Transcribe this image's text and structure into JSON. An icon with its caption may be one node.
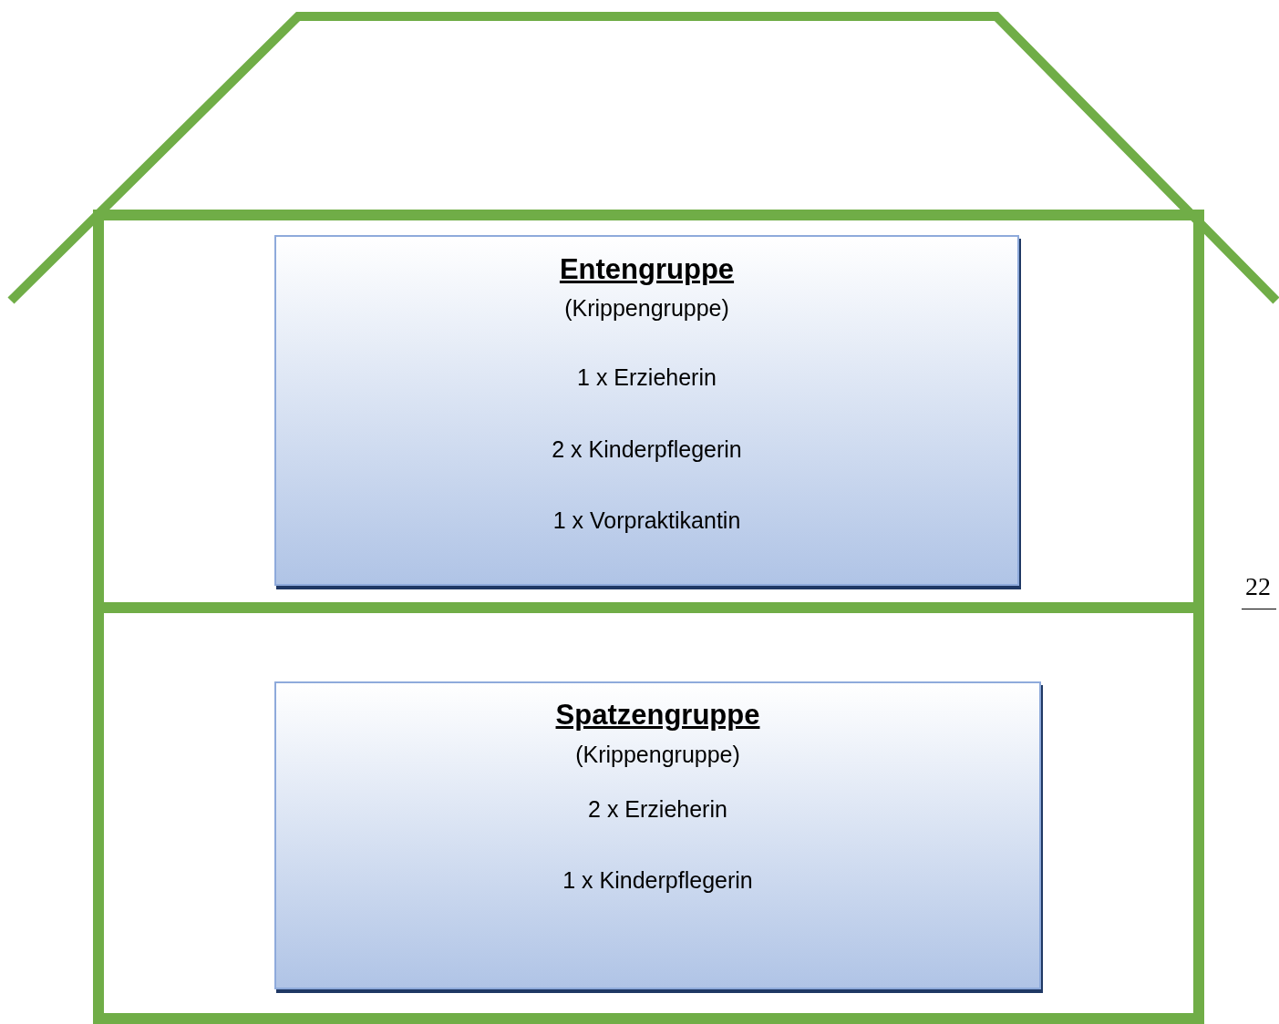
{
  "diagram": {
    "nodes": [
      {
        "text": [
          "Entengruppe",
          "(Krippengruppe)",
          "1 x Erzieherin",
          "2 x Kinderpflegerin",
          "1 x Vorpraktikantin"
        ]
      },
      {
        "text": [
          "Spatzengruppe",
          "(Krippengruppe)",
          "2 x Erzieherin",
          "1 x Kinderpflegerin"
        ]
      }
    ],
    "edges": [],
    "labels": [
      "22"
    ]
  }
}
